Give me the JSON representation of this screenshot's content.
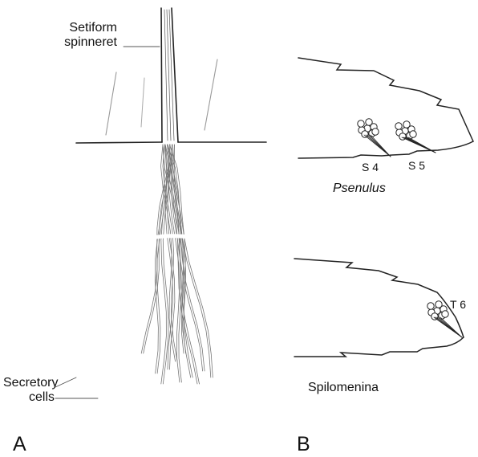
{
  "panel_a": {
    "letter": "A",
    "spinneret_label": [
      "Setiform",
      "spinneret"
    ],
    "secretory_label": [
      "Secretory",
      "cells"
    ]
  },
  "panel_b": {
    "letter": "B",
    "top_taxon": "Psenulus",
    "top_segment_labels": [
      "S 4",
      "S 5"
    ],
    "bottom_taxon": "Spilomenina",
    "bottom_segment_label": "T 6"
  }
}
